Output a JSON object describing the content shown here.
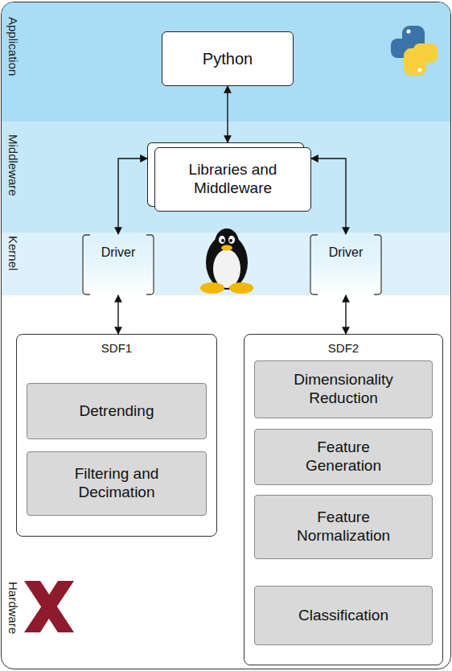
{
  "diagram": {
    "nodes": [
      {
        "text": [
          "Application"
        ]
      },
      {
        "text": [
          "Python"
        ],
        "in": 0
      },
      {
        "text": [
          "Middleware"
        ]
      },
      {
        "text": [
          "Libraries and Middleware"
        ],
        "in": 2
      },
      {
        "text": [
          "Kernel"
        ]
      },
      {
        "text": [
          "Driver"
        ],
        "in": 4
      },
      {
        "text": [
          "Driver"
        ],
        "in": 4
      },
      {
        "text": [
          "Hardware"
        ]
      },
      {
        "text": [
          "SDF1"
        ],
        "in": 7
      },
      {
        "text": [
          "Detrending"
        ],
        "in": 8
      },
      {
        "text": [
          "Filtering and Decimation"
        ],
        "in": 8
      },
      {
        "text": [
          "SDF2"
        ],
        "in": 7
      },
      {
        "text": [
          "Dimensionality Reduction"
        ],
        "in": 11
      },
      {
        "text": [
          "Feature Generation"
        ],
        "in": 11
      },
      {
        "text": [
          "Feature Normalization"
        ],
        "in": 11
      },
      {
        "text": [
          "Classification"
        ],
        "in": 11
      }
    ],
    "edges": [
      {
        "from": 1,
        "to": 3,
        "arrow": "both"
      },
      {
        "from": 3,
        "to": 5,
        "arrow": "both"
      },
      {
        "from": 3,
        "to": 6,
        "arrow": "both"
      },
      {
        "from": 5,
        "to": 8,
        "arrow": "both"
      },
      {
        "from": 6,
        "to": 11,
        "arrow": "both"
      }
    ]
  }
}
